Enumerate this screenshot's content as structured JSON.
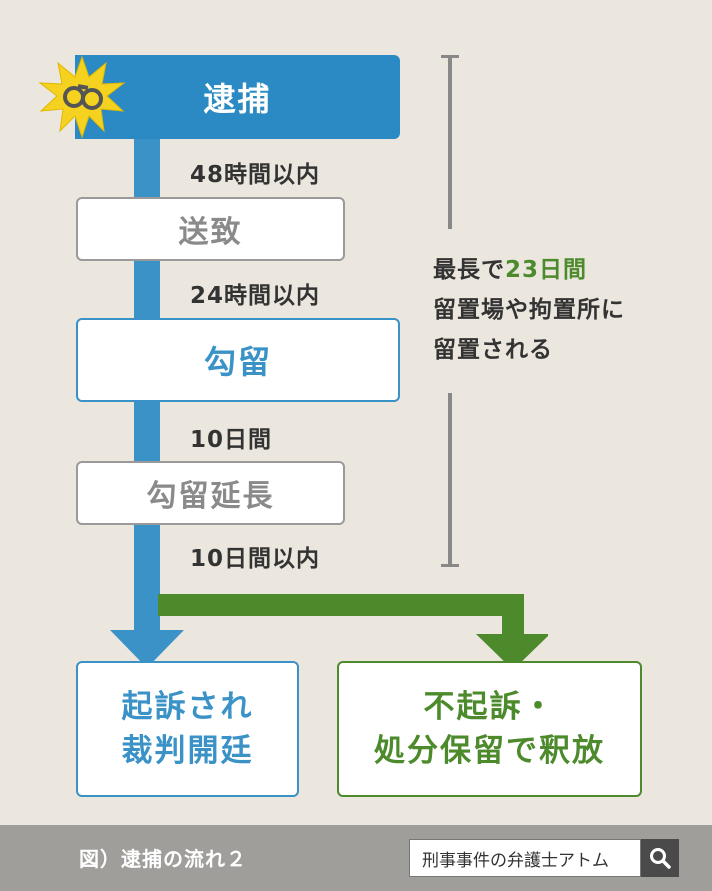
{
  "flow": {
    "arrest": "逮捕",
    "soshi": "送致",
    "koryu": "勾留",
    "koryu_encho": "勾留延長",
    "kiso_line1": "起訴され",
    "kiso_line2": "裁判開廷",
    "fukiso_line1": "不起訴・",
    "fukiso_line2": "処分保留で釈放"
  },
  "durations": {
    "d1": "48時間以内",
    "d2": "24時間以内",
    "d3": "10日間",
    "d4": "10日間以内"
  },
  "side_note": {
    "prefix": "最長で",
    "highlight": "23日間",
    "line2": "留置場や拘置所に",
    "line3": "留置される"
  },
  "footer": {
    "caption": "図）逮捕の流れ２",
    "search_text": "刑事事件の弁護士アトム"
  },
  "colors": {
    "blue": "#3a92c6",
    "green": "#4c8a2c",
    "background": "#ebe6de"
  },
  "icons": [
    "handcuffs-icon",
    "search-icon"
  ]
}
